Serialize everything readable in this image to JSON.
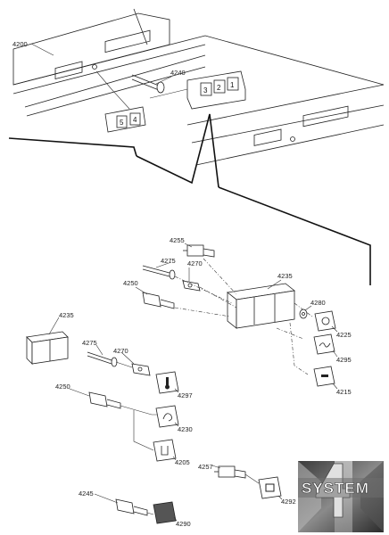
{
  "callouts": {
    "c4200": "4200",
    "c4240": "4240",
    "c4255": "4255",
    "c4275a": "4275",
    "c4270a": "4270",
    "c4235a": "4235",
    "c4250a": "4250",
    "c4280": "4280",
    "c4225": "4225",
    "c4295": "4295",
    "c4215": "4215",
    "c4235b": "4235",
    "c4275b": "4275",
    "c4270b": "4270",
    "c4297": "4297",
    "c4250b": "4250",
    "c4230": "4230",
    "c4205": "4205",
    "c4257": "4257",
    "c4292": "4292",
    "c4245": "4245",
    "c4290": "4290"
  },
  "keys": {
    "k3": "3",
    "k2": "2",
    "k1": "1",
    "k5": "5",
    "k4": "4"
  },
  "logo": {
    "text": "SYSTEM",
    "colors": {
      "dark": "#3a3a3a",
      "mid": "#8a8a8a",
      "light": "#d0d0d0"
    }
  }
}
